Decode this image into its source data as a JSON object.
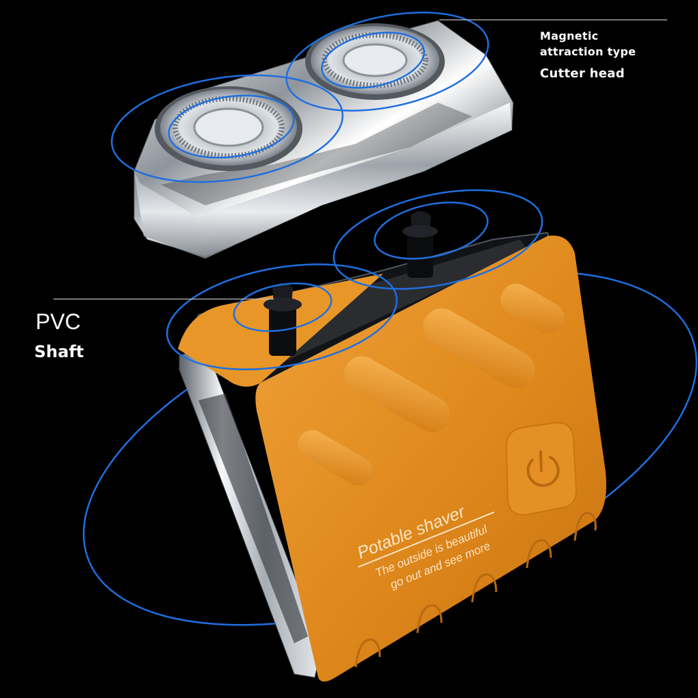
{
  "callouts": {
    "top_line1": "Magnetic",
    "top_line2": "attraction type",
    "top_line3": "Cutter head",
    "left_line1": "PVC",
    "left_line2": "Shaft"
  },
  "product_print": {
    "brand": "Potable shaver",
    "tagline_line1": "The outside is beautiful",
    "tagline_line2": "go out and see more"
  },
  "icons": {
    "power": "power-icon"
  },
  "colors": {
    "background": "#000000",
    "body_orange": "#e08a1e",
    "accent_blue": "#1f6fe0",
    "chrome": "#c9cdd3"
  }
}
